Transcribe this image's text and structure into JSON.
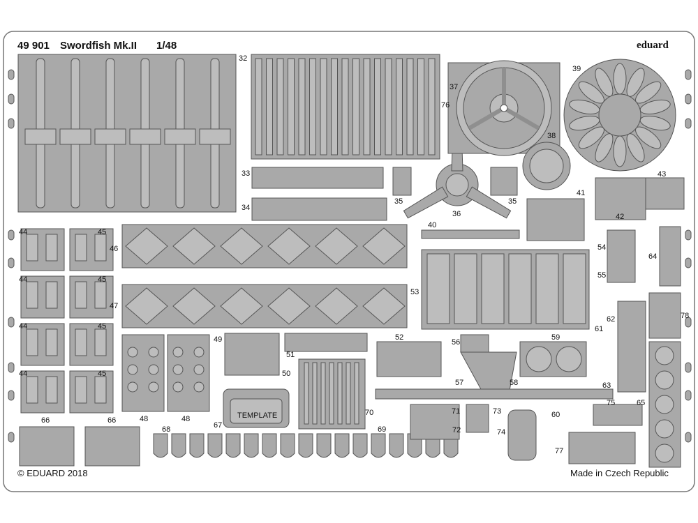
{
  "header": {
    "kit_number": "49 901",
    "kit_name": "Swordfish Mk.II",
    "scale": "1/48",
    "brand": "eduard"
  },
  "footer": {
    "copyright": "© EDUARD 2018",
    "origin": "Made in Czech Republic"
  },
  "template_label": "TEMPLATE",
  "colors": {
    "metal": "#a9a9a9",
    "metal_dark": "#8f8f8f",
    "outline": "#555555",
    "background": "#ffffff",
    "ink": "#111111"
  },
  "part_numbers": {
    "p32": "32",
    "p33": "33",
    "p34": "34",
    "p35a": "35",
    "p35b": "35",
    "p36": "36",
    "p37": "37",
    "p38": "38",
    "p39": "39",
    "p40": "40",
    "p41": "41",
    "p42": "42",
    "p43": "43",
    "p44a": "44",
    "p44b": "44",
    "p44c": "44",
    "p44d": "44",
    "p45a": "45",
    "p45b": "45",
    "p45c": "45",
    "p45d": "45",
    "p46": "46",
    "p47": "47",
    "p48a": "48",
    "p48b": "48",
    "p49": "49",
    "p50": "50",
    "p51": "51",
    "p52": "52",
    "p53": "53",
    "p54": "54",
    "p55": "55",
    "p56": "56",
    "p57": "57",
    "p58": "58",
    "p59": "59",
    "p60": "60",
    "p61": "61",
    "p62": "62",
    "p63": "63",
    "p64": "64",
    "p65": "65",
    "p66a": "66",
    "p66b": "66",
    "p67": "67",
    "p68": "68",
    "p69": "69",
    "p70": "70",
    "p71": "71",
    "p72": "72",
    "p73": "73",
    "p74": "74",
    "p75": "75",
    "p76": "76",
    "p77": "77",
    "p78": "78"
  }
}
